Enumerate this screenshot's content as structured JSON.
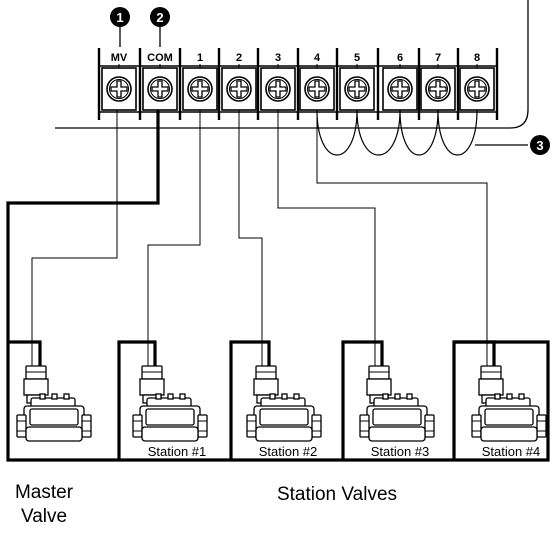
{
  "terminals": [
    "MV",
    "COM",
    "1",
    "2",
    "3",
    "4",
    "5",
    "6",
    "7",
    "8"
  ],
  "callouts": [
    "1",
    "2",
    "3"
  ],
  "valves": [
    {
      "id": "master",
      "label": ""
    },
    {
      "id": "station-1",
      "label": "Station #1"
    },
    {
      "id": "station-2",
      "label": "Station #2"
    },
    {
      "id": "station-3",
      "label": "Station #3"
    },
    {
      "id": "station-4",
      "label": "Station #4"
    }
  ],
  "labels": {
    "master_valve_line1": "Master",
    "master_valve_line2": "Valve",
    "station_valves": "Station Valves"
  }
}
